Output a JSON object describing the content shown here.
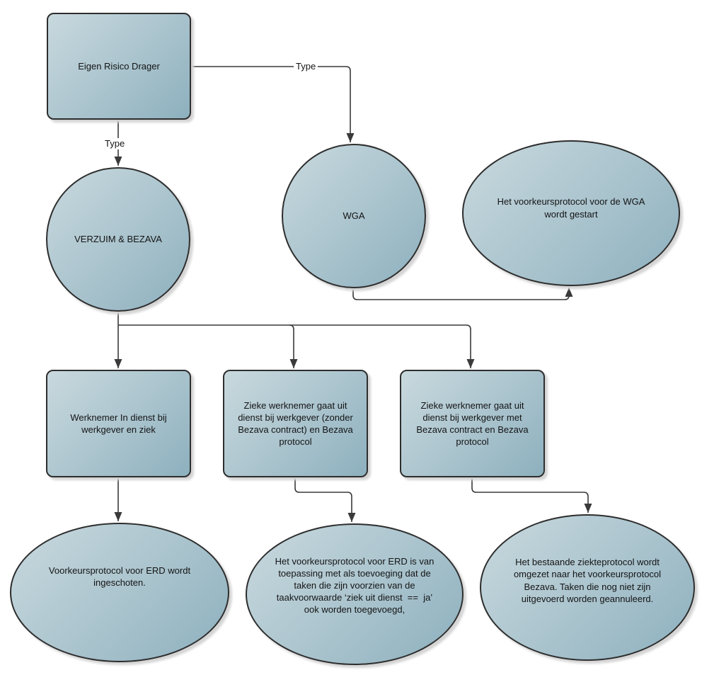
{
  "diagram": {
    "colors": {
      "background": "#ffffff",
      "node_fill_light": "#c9d9de",
      "node_fill_dark": "#8db0be",
      "node_border": "#2e2e2e",
      "connector": "#3a3a3a",
      "shadow": "#d4d4d4",
      "text": "#141414"
    },
    "nodes": {
      "erd_root": {
        "shape": "rounded-rect",
        "label": "Eigen Risico Drager"
      },
      "verzuim_bezava": {
        "shape": "circle",
        "label": "VERZUIM & BEZAVA"
      },
      "wga": {
        "shape": "circle",
        "label": "WGA"
      },
      "wga_protocol": {
        "shape": "ellipse",
        "label": "Het voorkeursprotocol voor de WGA wordt gestart"
      },
      "in_dienst": {
        "shape": "rounded-rect",
        "label": "Werknemer In dienst bij werkgever en ziek"
      },
      "uit_dienst_zonder": {
        "shape": "rounded-rect",
        "label": "Zieke werknemer gaat uit dienst bij werkgever (zonder Bezava contract) en Bezava protocol"
      },
      "uit_dienst_met": {
        "shape": "rounded-rect",
        "label": "Zieke werknemer gaat uit dienst bij werkgever met Bezava contract en Bezava protocol"
      },
      "erd_protocol": {
        "shape": "ellipse",
        "label": "Voorkeursprotocol voor ERD wordt ingeschoten."
      },
      "erd_toevoeging": {
        "shape": "ellipse",
        "label": "Het voorkeursprotocol voor ERD is van toepassing met als toevoeging dat de taken die zijn voorzien van de taakvoorwaarde ‘ziek uit dienst  ==  ja’ ook worden toegevoegd,"
      },
      "bezava_omzetting": {
        "shape": "ellipse",
        "label": "Het bestaande ziekteprotocol wordt omgezet naar het voorkeursprotocol Bezava. Taken die nog niet zijn uitgevoerd worden geannuleerd."
      }
    },
    "edge_labels": {
      "erd_to_verzuim": "Type",
      "erd_to_wga": "Type"
    }
  }
}
